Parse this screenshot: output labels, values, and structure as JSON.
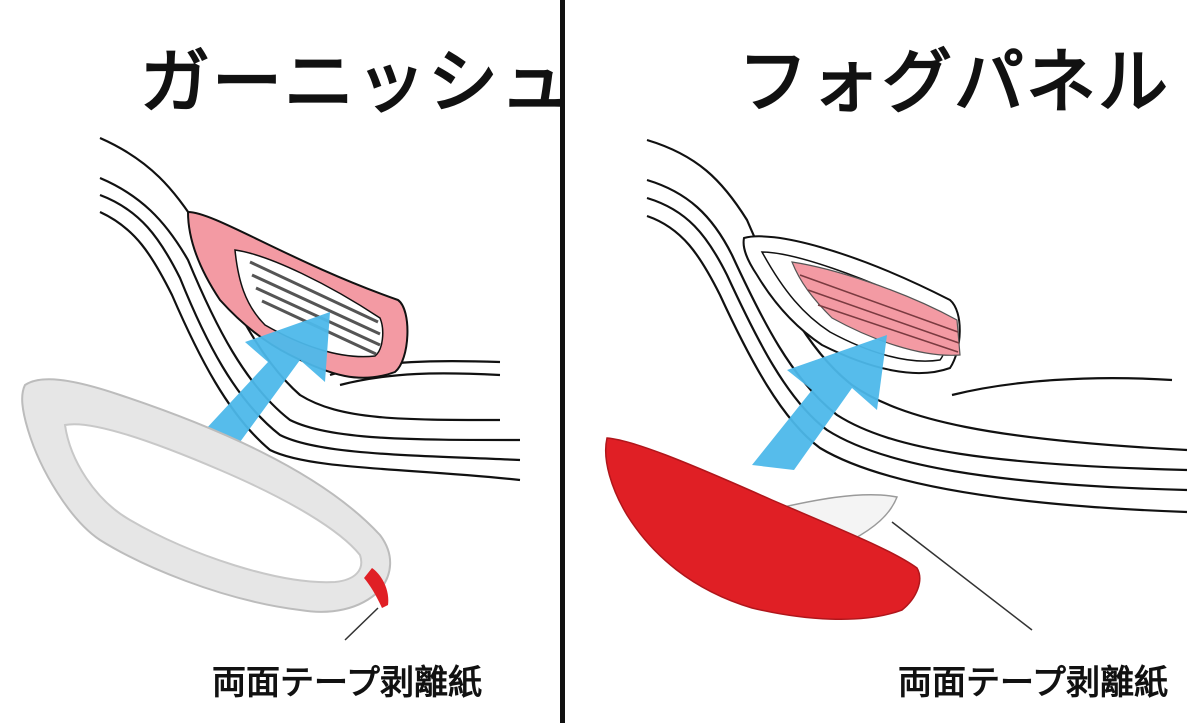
{
  "panels": [
    {
      "title": "ガーニッシュ",
      "caption": "両面テープ剥離紙"
    },
    {
      "title": "フォグパネル",
      "caption": "両面テープ剥離紙"
    }
  ],
  "colors": {
    "arrow": "#4db8ea",
    "recess_fill": "#f39aa3",
    "fog_panel": "#e01f25",
    "garnish": "#e6e6e6",
    "divider": "#111111"
  }
}
